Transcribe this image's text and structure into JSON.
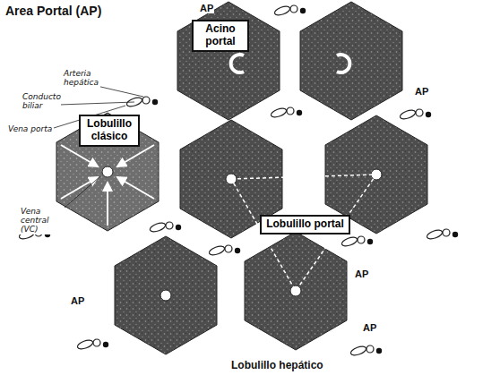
{
  "diagram": {
    "title": "Area Portal (AP)",
    "caption": "Lobulillo hepático",
    "nodes": [
      {
        "text": [
          "Acino portal"
        ]
      },
      {
        "text": [
          "Lobulillo clásico"
        ]
      },
      {
        "text": [
          "Lobulillo portal"
        ]
      }
    ],
    "labels": [
      "AP",
      "AP",
      "AP",
      "AP",
      "AP",
      "Arteria hepática",
      "Conducto biliar",
      "Vena porta",
      "Vena central (VC)"
    ]
  }
}
